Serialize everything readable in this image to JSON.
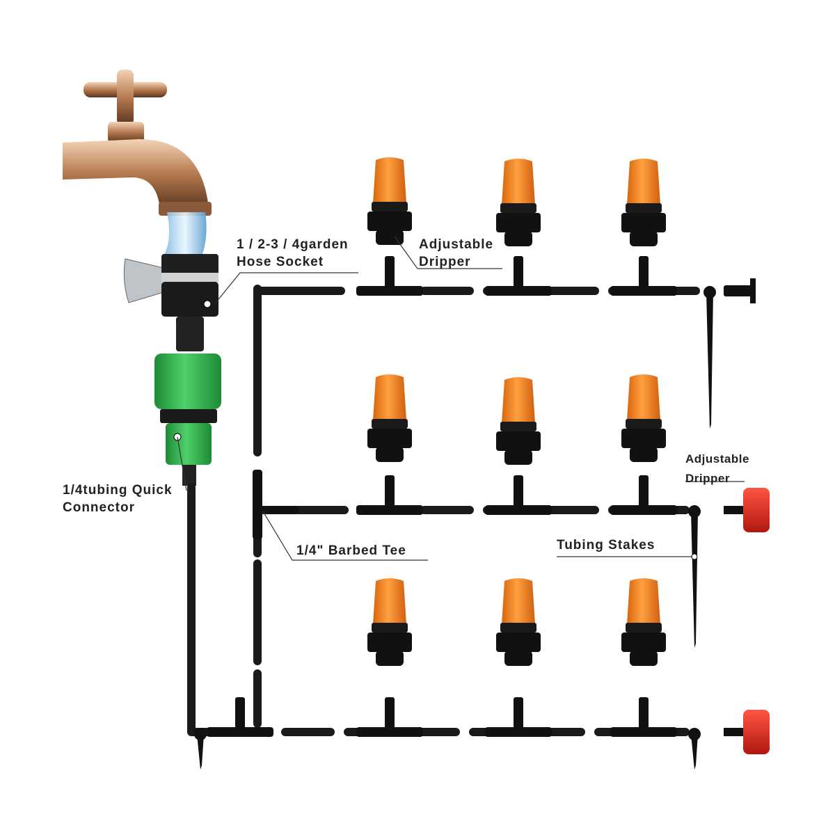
{
  "labels": {
    "hose_socket": [
      "1 / 2-3 / 4garden",
      "Hose Socket"
    ],
    "adjustable_dripper_top": [
      "Adjustable",
      "Dripper"
    ],
    "adjustable_dripper_right": [
      "Adjustable",
      "Dripper"
    ],
    "quick_connector": [
      "1/4tubing Quick",
      "Connector"
    ],
    "barbed_tee": "1/4\" Barbed Tee",
    "tubing_stakes": "Tubing Stakes"
  },
  "colors": {
    "tubing": "#1a1a1a",
    "dripper_cap": "#f07f1e",
    "end_dripper": "#d9261c",
    "connector": "#2db04b",
    "faucet": "#c9956b"
  }
}
